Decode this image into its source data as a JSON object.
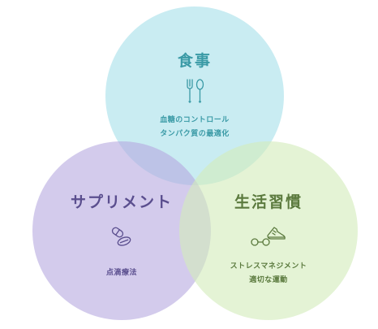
{
  "diagram": {
    "circles": [
      {
        "id": "food",
        "title": "食事",
        "lines": [
          "血糖のコントロール",
          "タンパク質の最適化"
        ],
        "icon": "fork-spoon-icon",
        "fill": "#a8e0ea",
        "text_color": "#3a9aa6"
      },
      {
        "id": "supplement",
        "title": "サプリメント",
        "lines": [
          "点滴療法"
        ],
        "icon": "pills-icon",
        "fill": "#b5a9e0",
        "text_color": "#5a4e8e"
      },
      {
        "id": "lifestyle",
        "title": "生活習慣",
        "lines": [
          "ストレスマネジメント",
          "適切な運動"
        ],
        "icon": "sneaker-dumbbell-icon",
        "fill": "#d3ebbb",
        "text_color": "#5b7a3e"
      }
    ]
  }
}
